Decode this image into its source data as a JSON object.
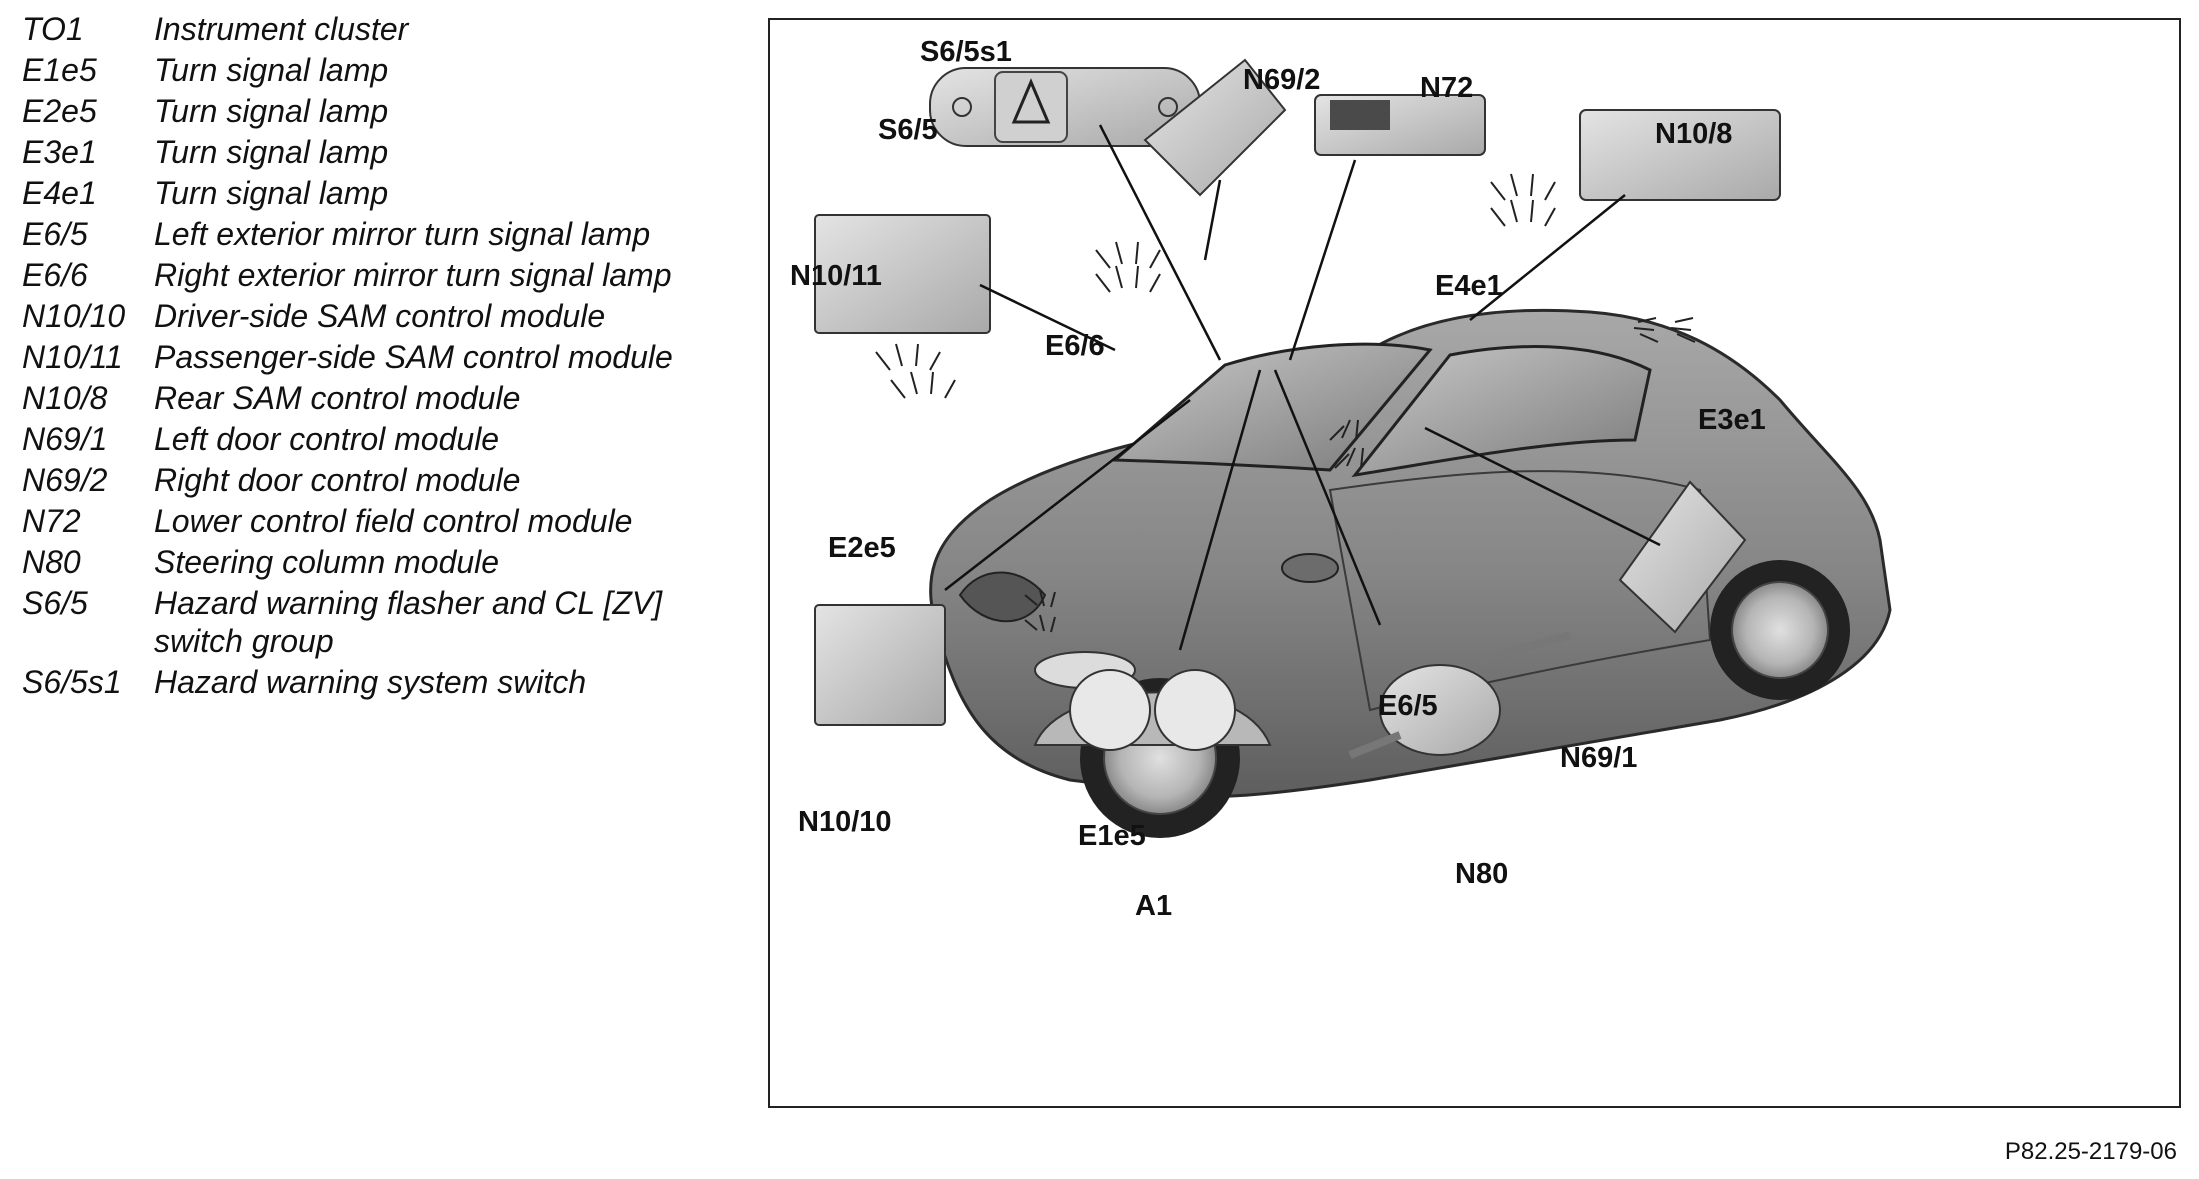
{
  "legend": [
    {
      "code": "TO1",
      "desc": "Instrument cluster"
    },
    {
      "code": "E1e5",
      "desc": "Turn signal lamp"
    },
    {
      "code": "E2e5",
      "desc": "Turn signal lamp"
    },
    {
      "code": "E3e1",
      "desc": "Turn signal lamp"
    },
    {
      "code": "E4e1",
      "desc": "Turn signal lamp"
    },
    {
      "code": "E6/5",
      "desc": "Left exterior mirror turn signal lamp"
    },
    {
      "code": "E6/6",
      "desc": "Right exterior mirror turn signal lamp"
    },
    {
      "code": "N10/10",
      "desc": "Driver-side SAM control module"
    },
    {
      "code": "N10/11",
      "desc": "Passenger-side SAM control module"
    },
    {
      "code": "N10/8",
      "desc": "Rear SAM control module"
    },
    {
      "code": "N69/1",
      "desc": "Left door control module"
    },
    {
      "code": "N69/2",
      "desc": "Right door control module"
    },
    {
      "code": "N72",
      "desc": "Lower control field control module"
    },
    {
      "code": "N80",
      "desc": "Steering column module"
    },
    {
      "code": "S6/5",
      "desc": "Hazard warning flasher and CL [ZV] switch group"
    },
    {
      "code": "S6/5s1",
      "desc": "Hazard warning system switch"
    }
  ],
  "callouts": {
    "s6_5s1": "S6/5s1",
    "s6_5": "S6/5",
    "n69_2": "N69/2",
    "n72": "N72",
    "n10_8": "N10/8",
    "n10_11": "N10/11",
    "e4e1": "E4e1",
    "e6_6": "E6/6",
    "e3e1": "E3e1",
    "e2e5": "E2e5",
    "e6_5": "E6/5",
    "n69_1": "N69/1",
    "n10_10": "N10/10",
    "e1e5": "E1e5",
    "a1": "A1",
    "n80": "N80"
  },
  "reference_code": "P82.25-2179-06",
  "colors": {
    "car_body": "#8a8a8a",
    "component": "#cfcfcf",
    "line": "#111111"
  }
}
